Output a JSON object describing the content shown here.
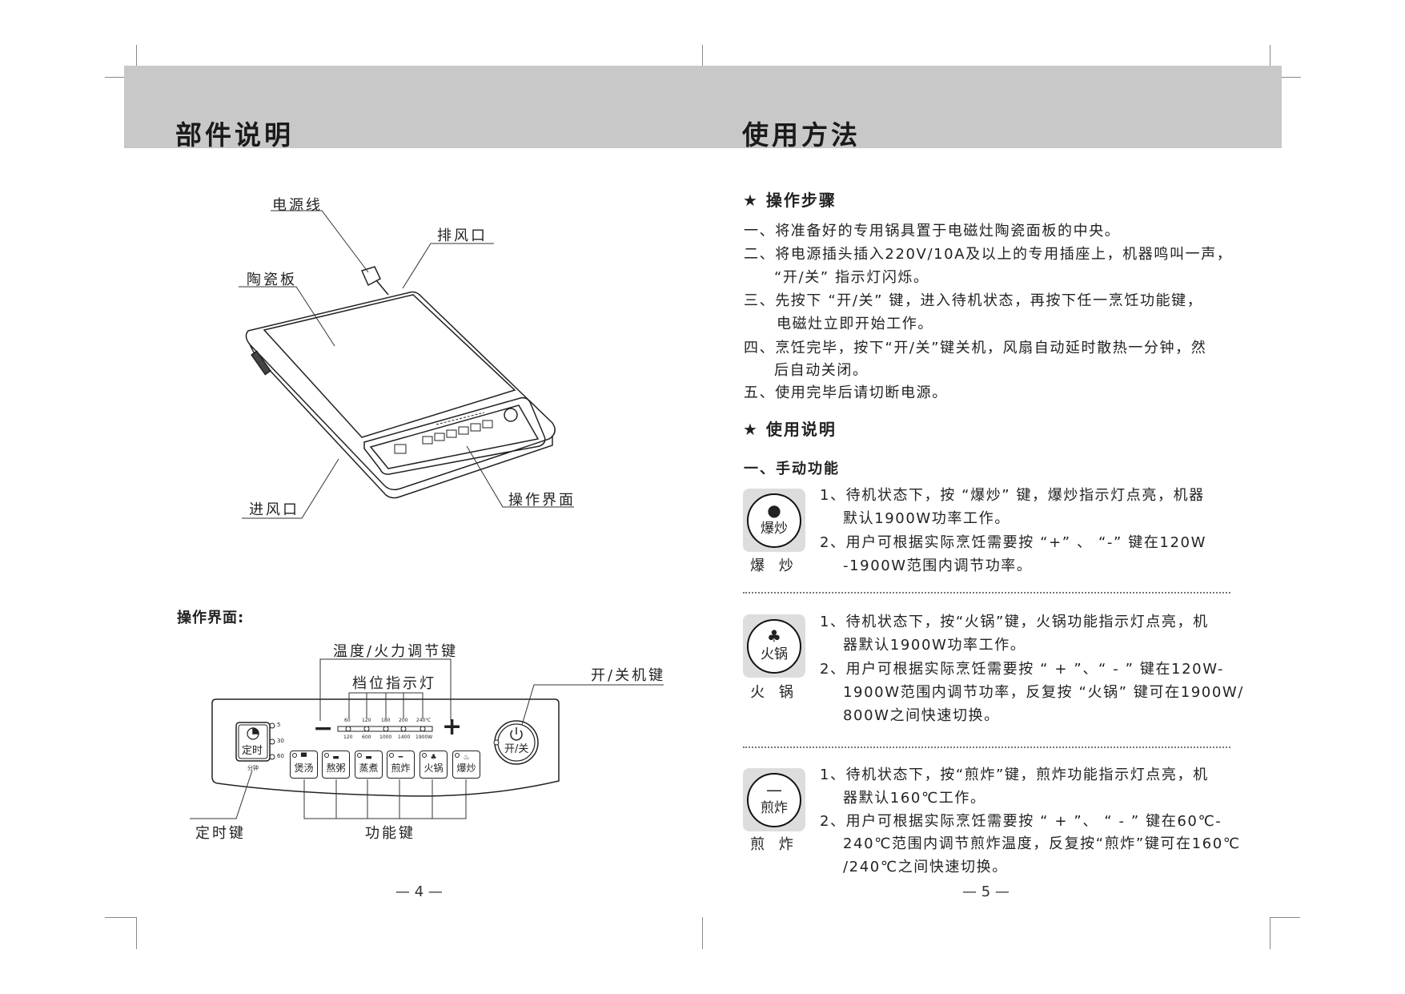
{
  "left_page": {
    "title": "部件说明",
    "parts_labels": {
      "power_cord": "电源线",
      "exhaust": "排风口",
      "ceramic_plate": "陶瓷板",
      "air_inlet": "进风口",
      "control_panel": "操作界面"
    },
    "panel_section_title": "操作界面:",
    "panel": {
      "adjust_keys_label": "温度/火力调节键",
      "level_lights_label": "档位指示灯",
      "power_key_label": "开/关机键",
      "timer_key_label": "定时键",
      "function_keys_label": "功能键",
      "minus": "−",
      "plus": "+",
      "timer_button": "定时",
      "timer_unit": "分钟",
      "timer_options": [
        "5",
        "30",
        "60"
      ],
      "temp_levels": [
        "60",
        "120",
        "180",
        "200",
        "240℃"
      ],
      "power_levels": [
        "120",
        "600",
        "1000",
        "1400",
        "1900W"
      ],
      "function_buttons": [
        "煲汤",
        "熬粥",
        "蒸煮",
        "煎炸",
        "火锅",
        "爆炒"
      ],
      "power_button": "开/关"
    },
    "page_number": "— 4 —"
  },
  "right_page": {
    "title": "使用方法",
    "steps_heading": "★ 操作步骤",
    "steps": [
      "一、将准备好的专用锅具置于电磁灶陶瓷面板的中央。",
      "二、将电源插头插入220V/10A及以上的专用插座上，机器鸣叫一声，",
      "“开/关” 指示灯闪烁。",
      "三、先按下 “开/关” 键，进入待机状态，再按下任一烹饪功能键，",
      "电磁灶立即开始工作。",
      "四、烹饪完毕，按下“开/关”键关机，风扇自动延时散热一分钟，然",
      "后自动关闭。",
      "五、使用完毕后请切断电源。"
    ],
    "usage_heading": "★ 使用说明",
    "manual_heading": "一、手动功能",
    "functions": [
      {
        "icon_text": "爆炒",
        "label": "爆 炒",
        "lines": [
          "1、待机状态下，按 “爆炒” 键，爆炒指示灯点亮，机器",
          "默认1900W功率工作。",
          "2、用户可根据实际烹饪需要按 “+” 、 “-” 键在120W",
          "-1900W范围内调节功率。"
        ]
      },
      {
        "icon_text": "火锅",
        "label": "火 锅",
        "lines": [
          "1、待机状态下，按“火锅”键，火锅功能指示灯点亮，机",
          "器默认1900W功率工作。",
          "2、用户可根据实际烹饪需要按 “ + ”、“ - ” 键在120W-",
          "1900W范围内调节功率，反复按 “火锅” 键可在1900W/",
          "800W之间快速切换。"
        ]
      },
      {
        "icon_text": "煎炸",
        "label": "煎 炸",
        "lines": [
          "1、待机状态下，按“煎炸”键，煎炸功能指示灯点亮，机",
          "器默认160℃工作。",
          "2、用户可根据实际烹饪需要按 “ + ”、 “ - ” 键在60℃-",
          "240℃范围内调节煎炸温度，反复按“煎炸”键可在160℃",
          "/240℃之间快速切换。"
        ]
      }
    ],
    "page_number": "— 5 —"
  }
}
